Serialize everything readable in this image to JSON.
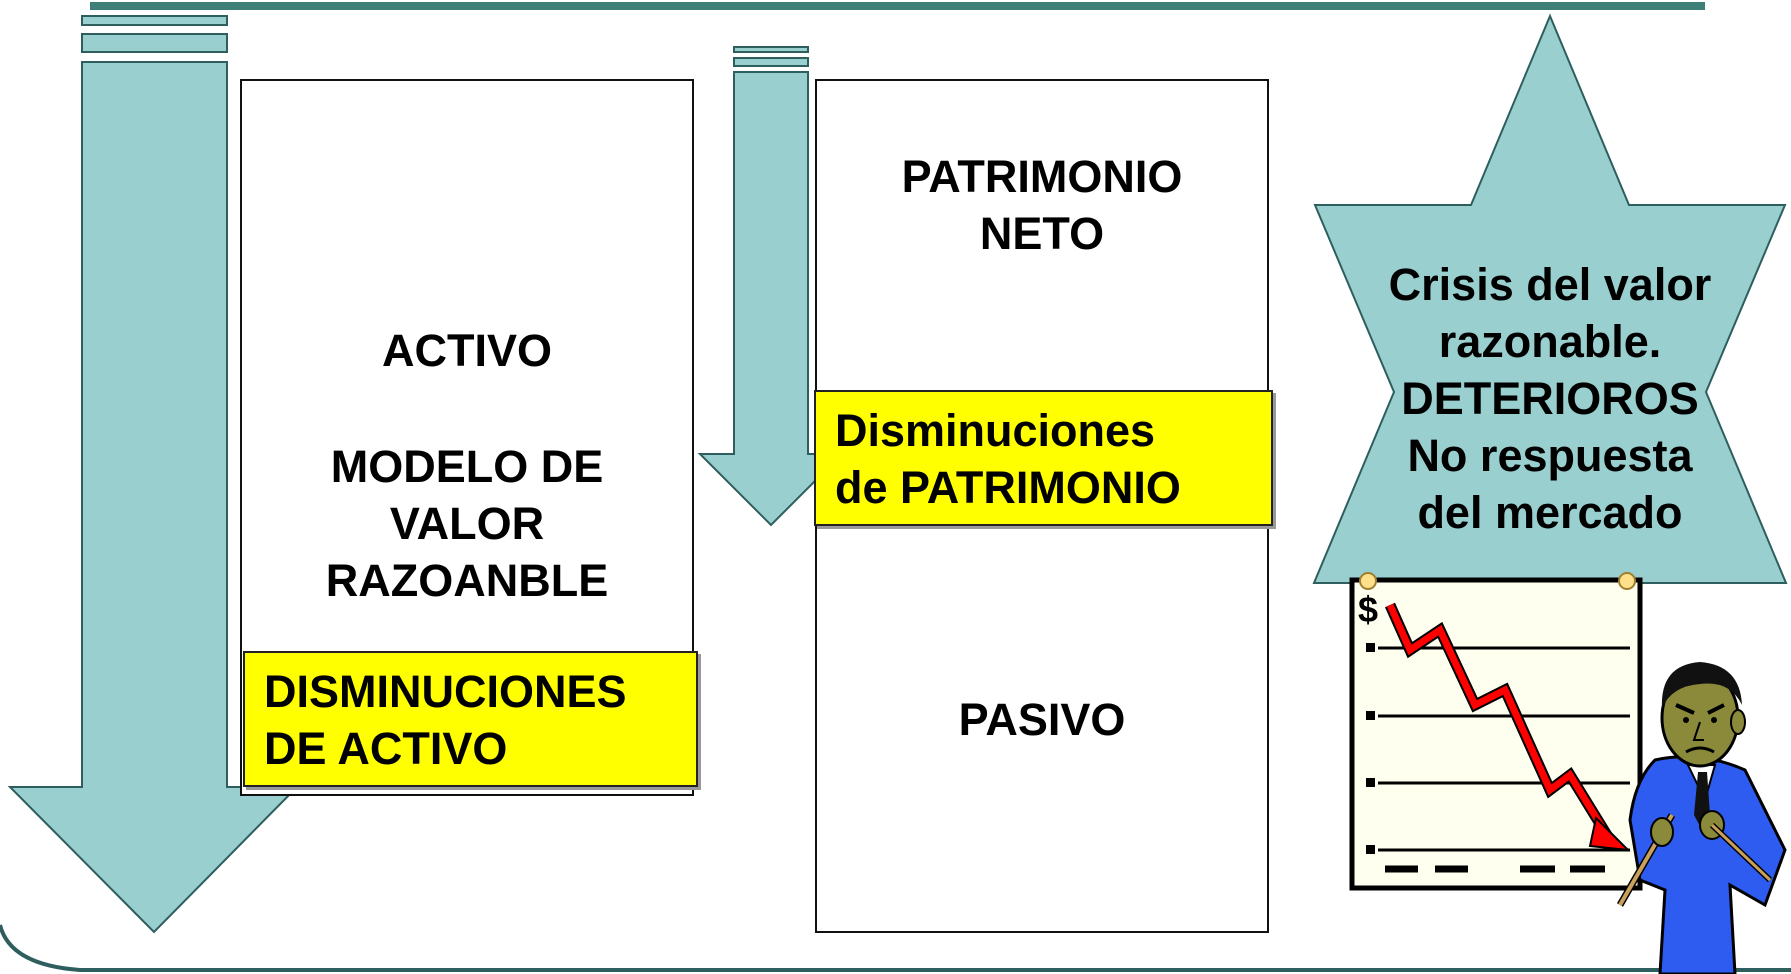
{
  "colors": {
    "arrow_fill": "#9ACFCF",
    "arrow_stroke": "#2E5E5E",
    "highlight": "#FFFF00",
    "top_rule": "#3E7F78",
    "chart_line": "#FF0000",
    "person_suit": "#2E5BF0",
    "person_skin": "#8A8A3A"
  },
  "assets": {
    "activo_box": {
      "title": "ACTIVO",
      "model_line1": "MODELO DE",
      "model_line2": "VALOR",
      "model_line3": "RAZOANBLE"
    },
    "decrease_assets": {
      "line1": "DISMINUCIONES",
      "line2": "DE ACTIVO"
    }
  },
  "equity": {
    "title_line1": "PATRIMONIO",
    "title_line2": "NETO",
    "decrease": {
      "line1": "Disminuciones",
      "line2": "de PATRIMONIO"
    }
  },
  "liabilities": {
    "title": "PASIVO"
  },
  "star_callout": {
    "line1": "Crisis del valor",
    "line2": "razonable.",
    "line3": "DETERIOROS",
    "line4": "No respuesta",
    "line5": "del mercado"
  },
  "chart_clipart": {
    "currency_symbol": "$",
    "icon": "declining-chart-icon",
    "person_icon": "angry-businessman-icon"
  }
}
